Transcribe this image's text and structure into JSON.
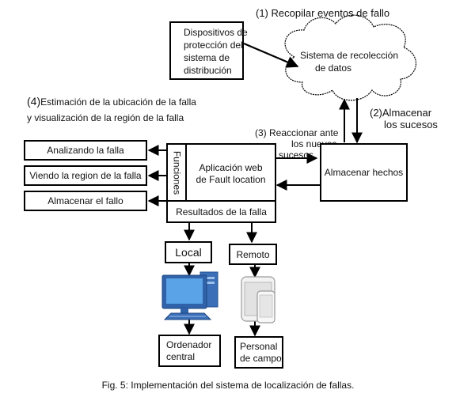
{
  "steps": {
    "s1": {
      "num": "(1)",
      "text": "Recopilar eventos de fallo"
    },
    "s2": {
      "num": "(2)",
      "line1": "Almacenar",
      "line2": "los sucesos"
    },
    "s3": {
      "num": "(3)",
      "line1": "Reaccionar ante",
      "line2": "los nuevos",
      "line3": "sucesos"
    },
    "s4": {
      "num": "(4)",
      "line1": "Estimación de la ubicación de la falla",
      "line2": "y visualización de la región de la falla"
    }
  },
  "devices": {
    "line1": "Dispositivos de",
    "line2": "protección del",
    "line3": "sistema de",
    "line4": "distribución"
  },
  "cloud": {
    "line1": "Sistema de recolección",
    "line2": "de datos"
  },
  "store": {
    "label": "Almacenar hechos"
  },
  "functions": {
    "label": "Funciones"
  },
  "webapp": {
    "line1": "Aplicación web",
    "line2": "de Fault location"
  },
  "results": {
    "label": "Resultados de la falla"
  },
  "outputs": [
    "Analizando la falla",
    "Viendo la region de la falla",
    "Almacenar el fallo"
  ],
  "local": {
    "label": "Local"
  },
  "remote": {
    "label": "Remoto"
  },
  "central": {
    "line1": "Ordenador",
    "line2": "central"
  },
  "field": {
    "line1": "Personal",
    "line2": "de campo"
  },
  "caption": "Fig. 5: Implementación del sistema de localización de fallas.",
  "icons": [
    "computer-icon",
    "smartphone-icon"
  ]
}
